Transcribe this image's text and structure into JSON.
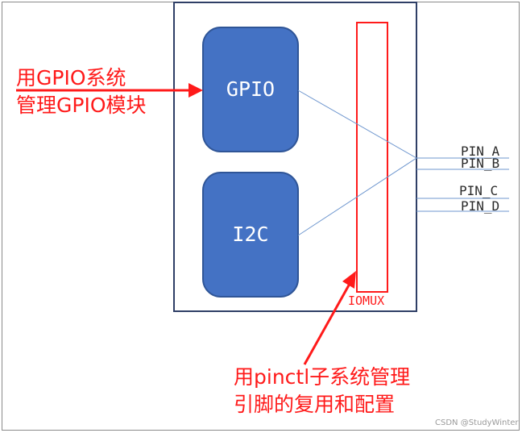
{
  "diagram": {
    "blocks": {
      "gpio": "GPIO",
      "i2c": "I2C",
      "iomux": "IOMUX"
    },
    "pins": [
      "PIN_A",
      "PIN_B",
      "PIN_C",
      "PIN_D"
    ],
    "annotations": {
      "gpio_note_line1": "用GPIO系统",
      "gpio_note_line2": "管理GPIO模块",
      "pinctrl_note_line1": "用pinctl子系统管理",
      "pinctrl_note_line2": "引脚的复用和配置"
    },
    "colors": {
      "block_fill": "#4472c4",
      "block_border": "#2f5597",
      "annotation": "#ff1a1a",
      "container_border": "#2f3f66",
      "connector": "#6f97cf"
    }
  },
  "watermark": "CSDN @StudyWinter"
}
